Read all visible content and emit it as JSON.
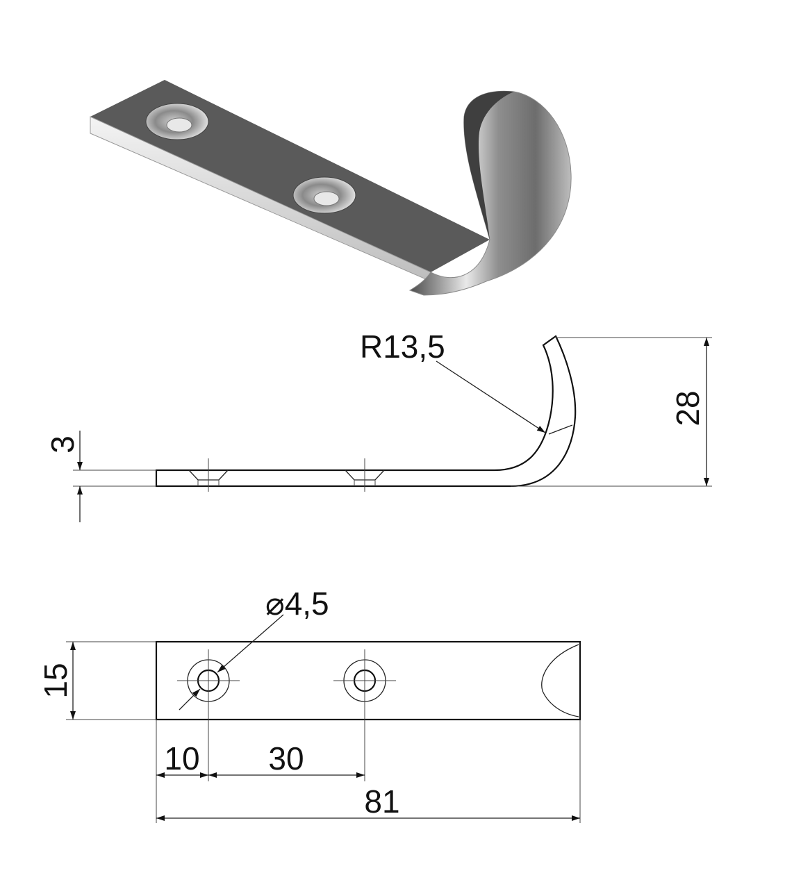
{
  "drawing": {
    "dimensions": {
      "radius": "R13,5",
      "height": "28",
      "thickness": "3",
      "hole_diameter": "⌀4,5",
      "width": "15",
      "hole_offset": "10",
      "hole_spacing": "30",
      "length": "81"
    },
    "colors": {
      "line": "#111111",
      "metal_top": "#5a5a5a",
      "metal_edge": "#d8d8d8"
    }
  }
}
